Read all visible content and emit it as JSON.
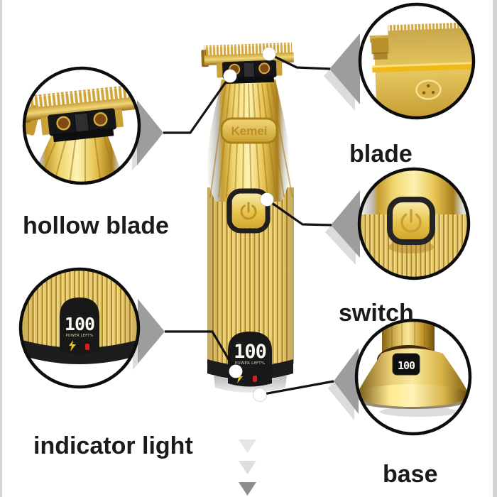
{
  "scene": {
    "background": "#ffffff",
    "edge_strip_color": "#d4d4d4",
    "label_color": "#1b1b1b"
  },
  "product": {
    "brand": "Kemei",
    "display_value": "100",
    "display_caption": "POWER LEFT%",
    "colors": {
      "gold": "#d9ab35",
      "gold_light": "#f7e28a",
      "gold_dark": "#a97e1e",
      "body_black": "#1a1a1a",
      "led_white": "#fafaf2",
      "indicator_yellow": "#e9c41f",
      "indicator_red": "#d41f1f"
    }
  },
  "labels": {
    "hollow_blade": "hollow blade",
    "blade": "blade",
    "switch": "switch",
    "indicator_light": "indicator light",
    "base": "base"
  },
  "scroll_indicator": {
    "arrow_count": 3,
    "arrow_colors": [
      "#e6e6e6",
      "#dedede",
      "#8d8d8d"
    ]
  }
}
